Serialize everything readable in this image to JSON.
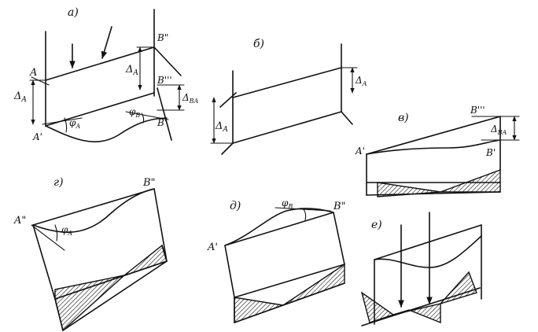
{
  "panels": {
    "a": {
      "title": "а)",
      "labels": {
        "A": "A",
        "B2": "B\"",
        "A1": "A'",
        "B3": "B'''",
        "B1": "B'"
      },
      "dims": {
        "delta_a_left": "Δ",
        "delta_a_left_sub": "A",
        "delta_a_mid": "Δ",
        "delta_a_mid_sub": "A",
        "delta_ba": "Δ",
        "delta_ba_sub": "BA"
      },
      "angles": {
        "phi_a": "φ",
        "phi_a_sub": "A",
        "phi_b": "φ",
        "phi_b_sub": "B"
      }
    },
    "b": {
      "title": "б)",
      "dims": {
        "delta_left": "Δ",
        "delta_left_sub": "A",
        "delta_right": "Δ",
        "delta_right_sub": "A"
      }
    },
    "v": {
      "title": "в)",
      "labels": {
        "A1": "A'",
        "B3": "B'''",
        "B1": "B'"
      },
      "dims": {
        "delta_ba": "Δ",
        "delta_ba_sub": "BA"
      }
    },
    "g": {
      "title": "г)",
      "labels": {
        "A2": "A\"",
        "B2": "B\""
      },
      "angles": {
        "phi_a": "φ",
        "phi_a_sub": "A"
      }
    },
    "d": {
      "title": "д)",
      "labels": {
        "A1": "A'",
        "B2": "B\""
      },
      "angles": {
        "phi_b": "φ",
        "phi_b_sub": "B"
      }
    },
    "e": {
      "title": "е)"
    }
  }
}
